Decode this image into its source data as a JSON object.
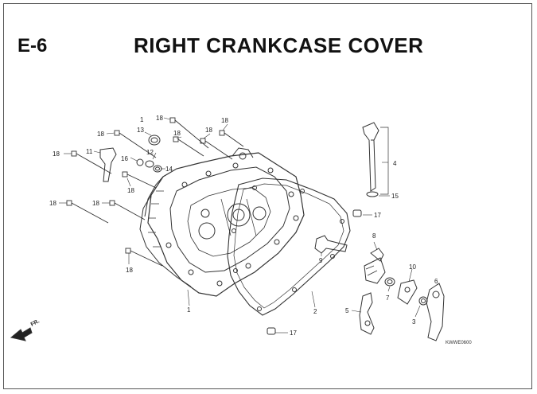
{
  "header": {
    "section_code": "E-6",
    "title": "RIGHT CRANKCASE COVER"
  },
  "callouts": [
    {
      "id": "c1a",
      "text": "1"
    },
    {
      "id": "c13",
      "text": "13"
    },
    {
      "id": "c18a",
      "text": "18"
    },
    {
      "id": "c18b",
      "text": "18"
    },
    {
      "id": "c18c",
      "text": "18"
    },
    {
      "id": "c18d",
      "text": "18"
    },
    {
      "id": "c18e",
      "text": "18"
    },
    {
      "id": "c18f",
      "text": "18"
    },
    {
      "id": "c18g",
      "text": "18"
    },
    {
      "id": "c18h",
      "text": "18"
    },
    {
      "id": "c18i",
      "text": "18"
    },
    {
      "id": "c18j",
      "text": "18"
    },
    {
      "id": "c11",
      "text": "11"
    },
    {
      "id": "c16",
      "text": "16"
    },
    {
      "id": "c12",
      "text": "12"
    },
    {
      "id": "c14",
      "text": "14"
    },
    {
      "id": "c4",
      "text": "4"
    },
    {
      "id": "c15",
      "text": "15"
    },
    {
      "id": "c17a",
      "text": "17"
    },
    {
      "id": "c17b",
      "text": "17"
    },
    {
      "id": "c8",
      "text": "8"
    },
    {
      "id": "c9",
      "text": "9"
    },
    {
      "id": "c10",
      "text": "10"
    },
    {
      "id": "c7",
      "text": "7"
    },
    {
      "id": "c6",
      "text": "6"
    },
    {
      "id": "c5",
      "text": "5"
    },
    {
      "id": "c3",
      "text": "3"
    },
    {
      "id": "c2",
      "text": "2"
    },
    {
      "id": "c1b",
      "text": "1"
    }
  ],
  "direction_label": "FR.",
  "figure_code": "KWWE0600"
}
